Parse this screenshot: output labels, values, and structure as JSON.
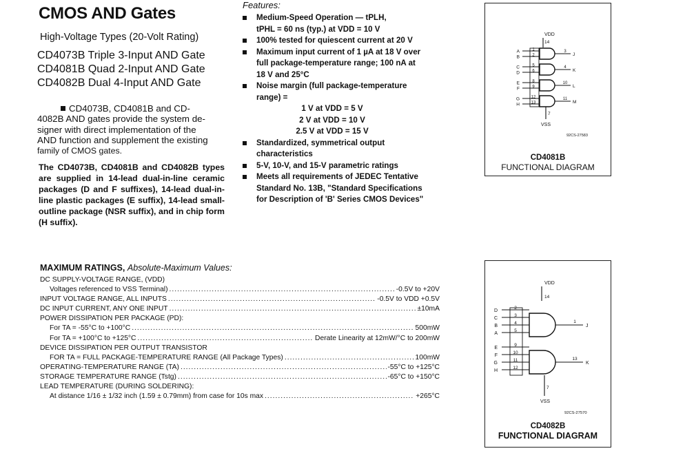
{
  "header": {
    "title": "CMOS AND Gates",
    "subtitle": "High-Voltage Types (20-Volt Rating)",
    "parts": [
      "CD4073B Triple 3-Input AND Gate",
      "CD4081B Quad 2-Input AND Gate",
      "CD4082B Dual 4-Input AND Gate"
    ]
  },
  "intro": {
    "lead_lines": [
      "CD4073B, CD4081B and CD-",
      "4082B AND gates provide the system de-",
      "signer with direct implementation of the",
      "AND function and supplement the existing",
      "family of CMOS gates."
    ],
    "packages": "The CD4073B, CD4081B and CD4082B types are supplied in 14-lead dual-in-line ceramic packages (D and F suffixes), 14-lead dual-in-line plastic packages (E suffix), 14-lead small-outline package (NSR suffix), and in chip form (H suffix)."
  },
  "features": {
    "heading": "Features:",
    "items": [
      {
        "lines": [
          "Medium-Speed Operation — tPLH,",
          "tPHL = 60 ns (typ.) at VDD = 10 V"
        ]
      },
      {
        "lines": [
          "100% tested for quiescent current at 20 V"
        ]
      },
      {
        "lines": [
          "Maximum input current of 1 µA at 18 V over",
          "full package-temperature range; 100 nA at",
          "18 V and 25°C"
        ]
      },
      {
        "lines": [
          "Noise margin (full package-temperature",
          "range) =",
          "1 V at VDD = 5 V",
          "2 V at VDD = 10 V",
          "2.5 V at VDD = 15 V"
        ]
      },
      {
        "lines": [
          "Standardized, symmetrical output",
          "characteristics"
        ]
      },
      {
        "lines": [
          "5-V, 10-V, and 15-V parametric ratings"
        ]
      },
      {
        "lines": [
          "Meets all requirements of JEDEC Tentative",
          "Standard No. 13B, \"Standard Specifications",
          "for Description of 'B' Series CMOS Devices\""
        ]
      }
    ]
  },
  "diagram1": {
    "vdd": "VDD",
    "vdd_pin": "14",
    "vss": "VSS",
    "vss_pin": "7",
    "code": "92CS-27583",
    "caption_part": "CD4081B",
    "caption_title": "FUNCTIONAL DIAGRAM",
    "gates": [
      {
        "inputs": [
          {
            "name": "A",
            "pin": "1"
          },
          {
            "name": "B",
            "pin": "2"
          }
        ],
        "out_pin": "3",
        "out_name": "J"
      },
      {
        "inputs": [
          {
            "name": "C",
            "pin": "5"
          },
          {
            "name": "D",
            "pin": "6"
          }
        ],
        "out_pin": "4",
        "out_name": "K"
      },
      {
        "inputs": [
          {
            "name": "E",
            "pin": "8"
          },
          {
            "name": "F",
            "pin": "9"
          }
        ],
        "out_pin": "10",
        "out_name": "L"
      },
      {
        "inputs": [
          {
            "name": "G",
            "pin": "12"
          },
          {
            "name": "H",
            "pin": "13"
          }
        ],
        "out_pin": "11",
        "out_name": "M"
      }
    ]
  },
  "diagram2": {
    "vdd": "VDD",
    "vdd_pin": "14",
    "vss": "VSS",
    "vss_pin": "7",
    "code": "92CS-27570",
    "caption_part": "CD4082B",
    "caption_title": "FUNCTIONAL DIAGRAM",
    "gates": [
      {
        "inputs": [
          {
            "name": "D",
            "pin": "2"
          },
          {
            "name": "C",
            "pin": "3"
          },
          {
            "name": "B",
            "pin": "4"
          },
          {
            "name": "A",
            "pin": "5"
          }
        ],
        "out_pin": "1",
        "out_name": "J"
      },
      {
        "inputs": [
          {
            "name": "E",
            "pin": "9"
          },
          {
            "name": "F",
            "pin": "10"
          },
          {
            "name": "G",
            "pin": "11"
          },
          {
            "name": "H",
            "pin": "12"
          }
        ],
        "out_pin": "13",
        "out_name": "K"
      }
    ]
  },
  "ratings": {
    "heading": "MAXIMUM RATINGS,",
    "heading_italic": "Absolute-Maximum Values:",
    "rows": [
      {
        "label": "DC SUPPLY-VOLTAGE RANGE, (VDD)",
        "value": "",
        "indent": 0
      },
      {
        "label": "Voltages referenced to VSS Terminal)",
        "value": "-0.5V to +20V",
        "indent": 1
      },
      {
        "label": "INPUT VOLTAGE RANGE, ALL INPUTS",
        "value": "-0.5V to VDD +0.5V",
        "indent": 0
      },
      {
        "label": "DC INPUT CURRENT, ANY ONE INPUT",
        "value": "±10mA",
        "indent": 0
      },
      {
        "label": "POWER DISSIPATION PER PACKAGE (PD):",
        "value": "",
        "indent": 0
      },
      {
        "label": "For TA = -55°C to +100°C",
        "value": "500mW",
        "indent": 1
      },
      {
        "label": "For TA = +100°C to +125°C",
        "value": "Derate Linearity at 12mW/°C to 200mW",
        "indent": 1
      },
      {
        "label": "DEVICE DISSIPATION PER OUTPUT TRANSISTOR",
        "value": "",
        "indent": 0
      },
      {
        "label": "FOR TA = FULL PACKAGE-TEMPERATURE RANGE (All Package Types)",
        "value": "100mW",
        "indent": 1
      },
      {
        "label": "OPERATING-TEMPERATURE RANGE (TA)",
        "value": "-55°C to +125°C",
        "indent": 0
      },
      {
        "label": "STORAGE TEMPERATURE RANGE (Tstg)",
        "value": "-65°C to +150°C",
        "indent": 0
      },
      {
        "label": "LEAD TEMPERATURE (DURING SOLDERING):",
        "value": "",
        "indent": 0
      },
      {
        "label": "At distance 1/16 ± 1/32 inch (1.59 ± 0.79mm) from case for 10s max",
        "value": "+265°C",
        "indent": 1
      }
    ]
  }
}
